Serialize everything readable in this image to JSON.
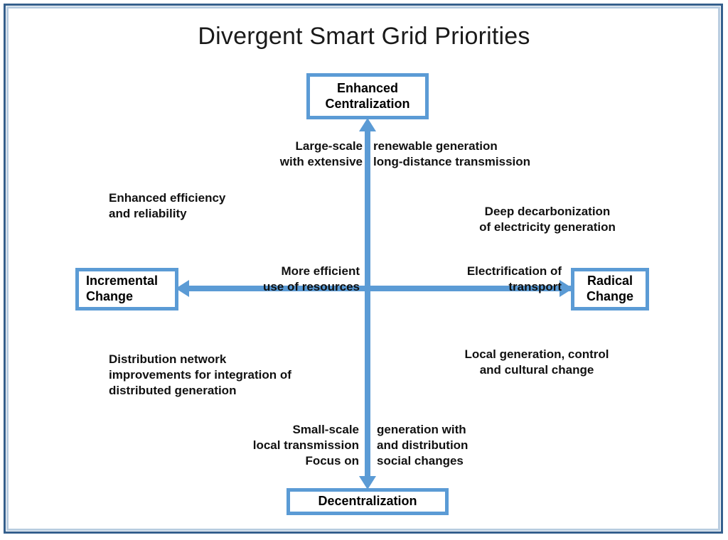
{
  "diagram": {
    "title": "Divergent Smart Grid Priorities",
    "frame_border_color": "#35608d",
    "accent_color": "#5b9bd5",
    "poles": {
      "top": {
        "line1": "Enhanced",
        "line2": "Centralization"
      },
      "bottom": {
        "line1": "Decentralization"
      },
      "left": {
        "line1": "Incremental",
        "line2": "Change"
      },
      "right": {
        "line1": "Radical",
        "line2": "Change"
      }
    },
    "axis_labels": {
      "top_left": "Large-scale\nwith extensive",
      "top_right": "renewable generation\nlong-distance transmission",
      "mid_left": "More efficient\nuse of resources",
      "mid_right": "Electrification of\ntransport",
      "bottom_left": "Small-scale\nlocal transmission\nFocus on",
      "bottom_right": "generation with\nand distribution\nsocial changes"
    },
    "quadrants": {
      "upper_left": "Enhanced efficiency\nand reliability",
      "upper_right": "Deep decarbonization\nof electricity generation",
      "lower_left": "Distribution network\nimprovements for integration of\ndistributed generation",
      "lower_right": "Local generation, control\nand cultural change"
    }
  }
}
